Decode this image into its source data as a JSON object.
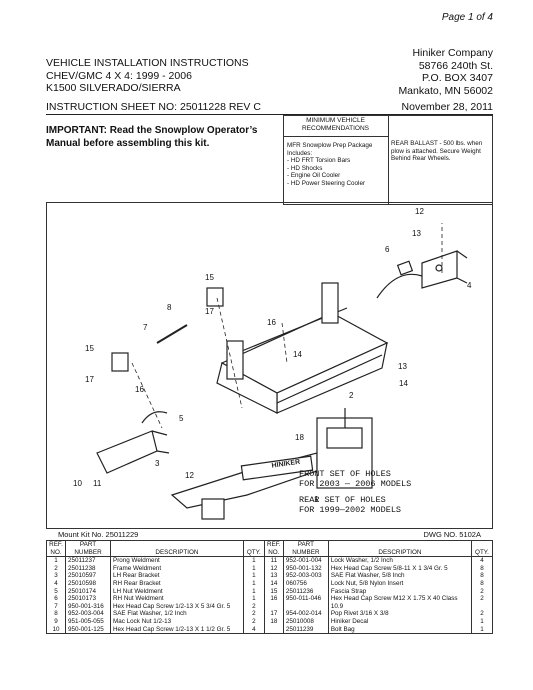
{
  "page_number": "Page 1 of 4",
  "header": {
    "title_lines": [
      "VEHICLE INSTALLATION INSTRUCTIONS",
      "CHEV/GMC 4 X 4: 1999 - 2006",
      "K1500 SILVERADO/SIERRA"
    ],
    "company_lines": [
      "Hiniker Company",
      "58766 240th St.",
      "P.O. BOX 3407",
      "Mankato, MN 56002"
    ],
    "instruction_sheet": "INSTRUCTION SHEET NO: 25011228 REV C",
    "date": "November 28, 2011"
  },
  "important_note": "IMPORTANT: Read the Snowplow Operator’s Manual before assembling this kit.",
  "recommendations": {
    "title": "MINIMUM VEHICLE RECOMMENDATIONS",
    "mfr_text": "MFR Snowplow Prep Package Includes:",
    "mfr_items": [
      "- HD FRT Torsion Bars",
      "- HD Shocks",
      "- Engine Oil Cooler",
      "- HD Power Steering Cooler"
    ],
    "ballast_text": "REAR BALLAST - 500 lbs. when plow is attached. Secure Weight Behind Rear Wheels."
  },
  "diagram": {
    "callouts": [
      "12",
      "13",
      "6",
      "4",
      "15",
      "8",
      "17",
      "16",
      "7",
      "14",
      "15",
      "13",
      "14",
      "17",
      "16",
      "2",
      "5",
      "18",
      "3",
      "12",
      "10",
      "11",
      "1"
    ],
    "decal_text": "HINIKER",
    "note_lines": [
      "FRONT SET OF HOLES",
      "FOR 2003 — 2006 MODELS",
      "REAR SET OF HOLES",
      "FOR 1999—2002 MODELS"
    ]
  },
  "mount_kit": "Mount Kit No. 25011229",
  "dwg_no": "DWG NO. 5102A",
  "table": {
    "headers": {
      "ref": "REF. NO.",
      "part": "PART NUMBER",
      "desc": "DESCRIPTION",
      "qty": "QTY."
    },
    "rows": [
      {
        "l_ref": "1",
        "l_part": "25011237",
        "l_desc": "Prong Weldment",
        "l_qty": "1",
        "r_ref": "11",
        "r_part": "952-001-004",
        "r_desc": "Lock Washer, 1/2 Inch",
        "r_qty": "4"
      },
      {
        "l_ref": "2",
        "l_part": "25011238",
        "l_desc": "Frame Weldment",
        "l_qty": "1",
        "r_ref": "12",
        "r_part": "950-001-132",
        "r_desc": "Hex Head Cap Screw 5/8-11 X 1 3/4 Gr. 5",
        "r_qty": "8"
      },
      {
        "l_ref": "3",
        "l_part": "25010597",
        "l_desc": "LH Rear Bracket",
        "l_qty": "1",
        "r_ref": "13",
        "r_part": "952-003-003",
        "r_desc": "SAE Flat Washer, 5/8 Inch",
        "r_qty": "8"
      },
      {
        "l_ref": "4",
        "l_part": "25010598",
        "l_desc": "RH Rear Bracket",
        "l_qty": "1",
        "r_ref": "14",
        "r_part": "060756",
        "r_desc": "Lock Nut, 5/8 Nylon Insert",
        "r_qty": "8"
      },
      {
        "l_ref": "5",
        "l_part": "25010174",
        "l_desc": "LH Nut Weldment",
        "l_qty": "1",
        "r_ref": "15",
        "r_part": "25011236",
        "r_desc": "Fascia Strap",
        "r_qty": "2"
      },
      {
        "l_ref": "6",
        "l_part": "25010173",
        "l_desc": "RH Nut Weldment",
        "l_qty": "1",
        "r_ref": "16",
        "r_part": "950-011-046",
        "r_desc": "Hex Head Cap Screw M12 X 1.75 X 40 Class",
        "r_qty": "2"
      },
      {
        "l_ref": "7",
        "l_part": "950-001-316",
        "l_desc": "Hex Head Cap Screw 1/2-13 X 5 3/4 Gr. 5",
        "l_qty": "2",
        "r_ref": "",
        "r_part": "",
        "r_desc": "10.9",
        "r_qty": ""
      },
      {
        "l_ref": "8",
        "l_part": "952-003-004",
        "l_desc": "SAE Flat Washer, 1/2 Inch",
        "l_qty": "2",
        "r_ref": "17",
        "r_part": "954-002-014",
        "r_desc": "Pop Rivet 3/16 X 3/8",
        "r_qty": "2"
      },
      {
        "l_ref": "9",
        "l_part": "951-005-055",
        "l_desc": "Mac Lock Nut 1/2-13",
        "l_qty": "2",
        "r_ref": "18",
        "r_part": "25010008",
        "r_desc": "Hiniker Decal",
        "r_qty": "1"
      },
      {
        "l_ref": "10",
        "l_part": "950-001-125",
        "l_desc": "Hex Head Cap Screw 1/2-13 X 1 1/2 Gr. 5",
        "l_qty": "4",
        "r_ref": "",
        "r_part": "25011239",
        "r_desc": "Bolt Bag",
        "r_qty": "1"
      }
    ]
  }
}
